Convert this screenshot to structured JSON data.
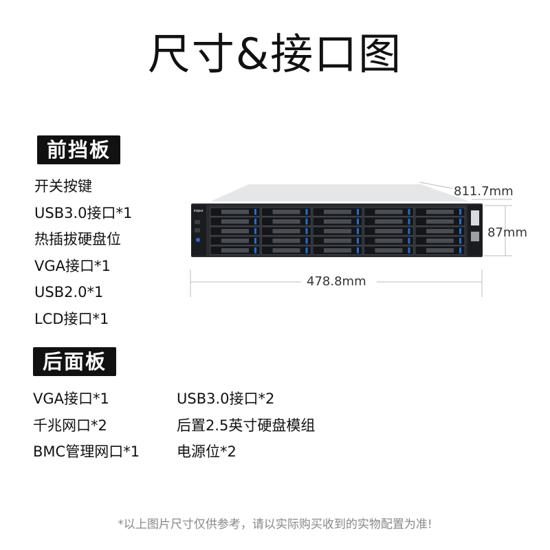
{
  "title": "尺寸&接口图",
  "front_panel": {
    "label": "前挡板",
    "items": [
      "开关按键",
      "USB3.0接口*1",
      "热插拔硬盘位",
      "VGA接口*1",
      "USB2.0*1",
      "LCD接口*1"
    ]
  },
  "rear_panel": {
    "label": "后面板",
    "items": [
      "VGA接口*1",
      "USB3.0接口*2",
      "千兆网口*2",
      "后置2.5英寸硬盘模组",
      "BMC管理网口*1",
      "电源位*2"
    ]
  },
  "dimensions": {
    "depth": "811.7mm",
    "height": "87mm",
    "width": "478.8mm"
  },
  "server_image": {
    "brand_logo": "inspur",
    "drive_bays": 25,
    "accent_color": "#1f6fd1",
    "chassis_color": "#2a2c30",
    "top_color": "#e4e6e8"
  },
  "footnote": "*以上图片尺寸仅供参考，请以实际购买收到的实物配置为准!"
}
